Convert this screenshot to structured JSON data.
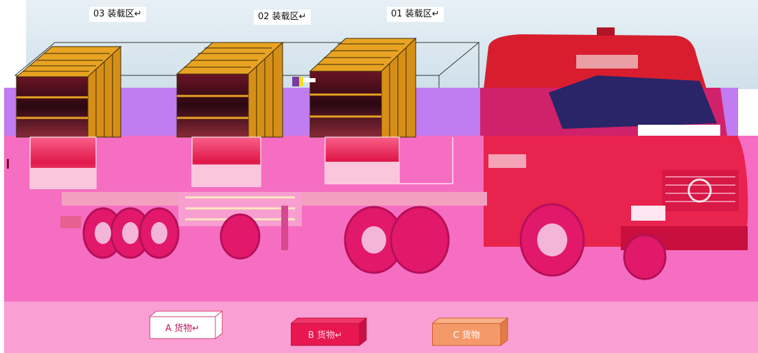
{
  "zones": [
    {
      "label": "03 装载区↵"
    },
    {
      "label": "02 装载区↵"
    },
    {
      "label": "01 装载区↵"
    }
  ],
  "cargo": [
    {
      "label": "A 货物↵",
      "color": "#ffffff",
      "border": "#d9446a"
    },
    {
      "label": "B 货物↵",
      "color": "#e8174f",
      "border": "#b8103d"
    },
    {
      "label": "C 货物",
      "color": "#f49a6a",
      "border": "#d05a2c"
    }
  ],
  "colors": {
    "overlay_purple": "#c07cf0",
    "overlay_pink": "#f85fb0",
    "truck_red": "#e31f3b",
    "box_gold": "#e6a21f"
  }
}
